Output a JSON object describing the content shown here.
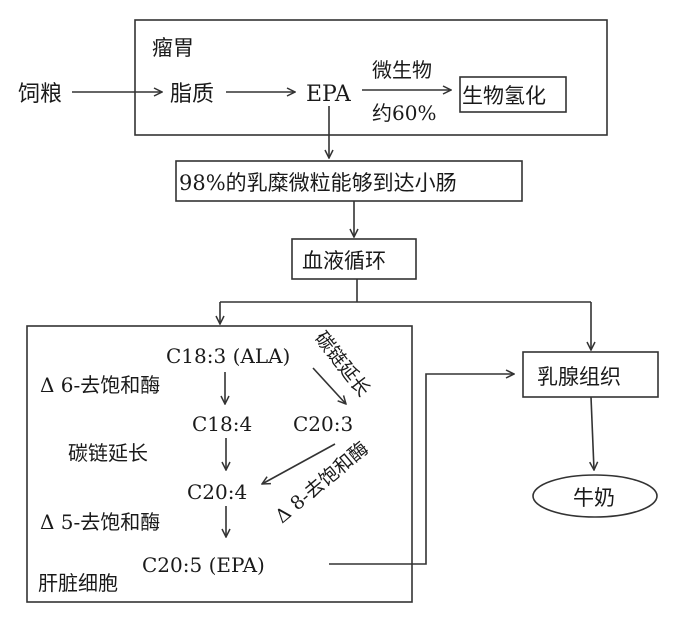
{
  "diagram": {
    "rumen": {
      "title": "瘤胃",
      "feed": "饲粮",
      "lipid": "脂质",
      "epa": "EPA",
      "microbe": "微生物",
      "percent": "约60%",
      "hydrogenation": "生物氢化"
    },
    "intestine": "98%的乳糜微粒能够到达小肠",
    "blood": "血液循环",
    "liver": {
      "title": "肝脏细胞",
      "ala": "C18:3 (ALA)",
      "c184": "C18:4",
      "c203": "C20:3",
      "c204": "C20:4",
      "epa": "C20:5 (EPA)",
      "d6": "Δ 6-去饱和酶",
      "elong_left": "碳链延长",
      "elong_right": "碳链延长",
      "d8": "Δ 8-去饱和酶",
      "d5": "Δ 5-去饱和酶"
    },
    "mammary": "乳腺组织",
    "milk": "牛奶"
  }
}
